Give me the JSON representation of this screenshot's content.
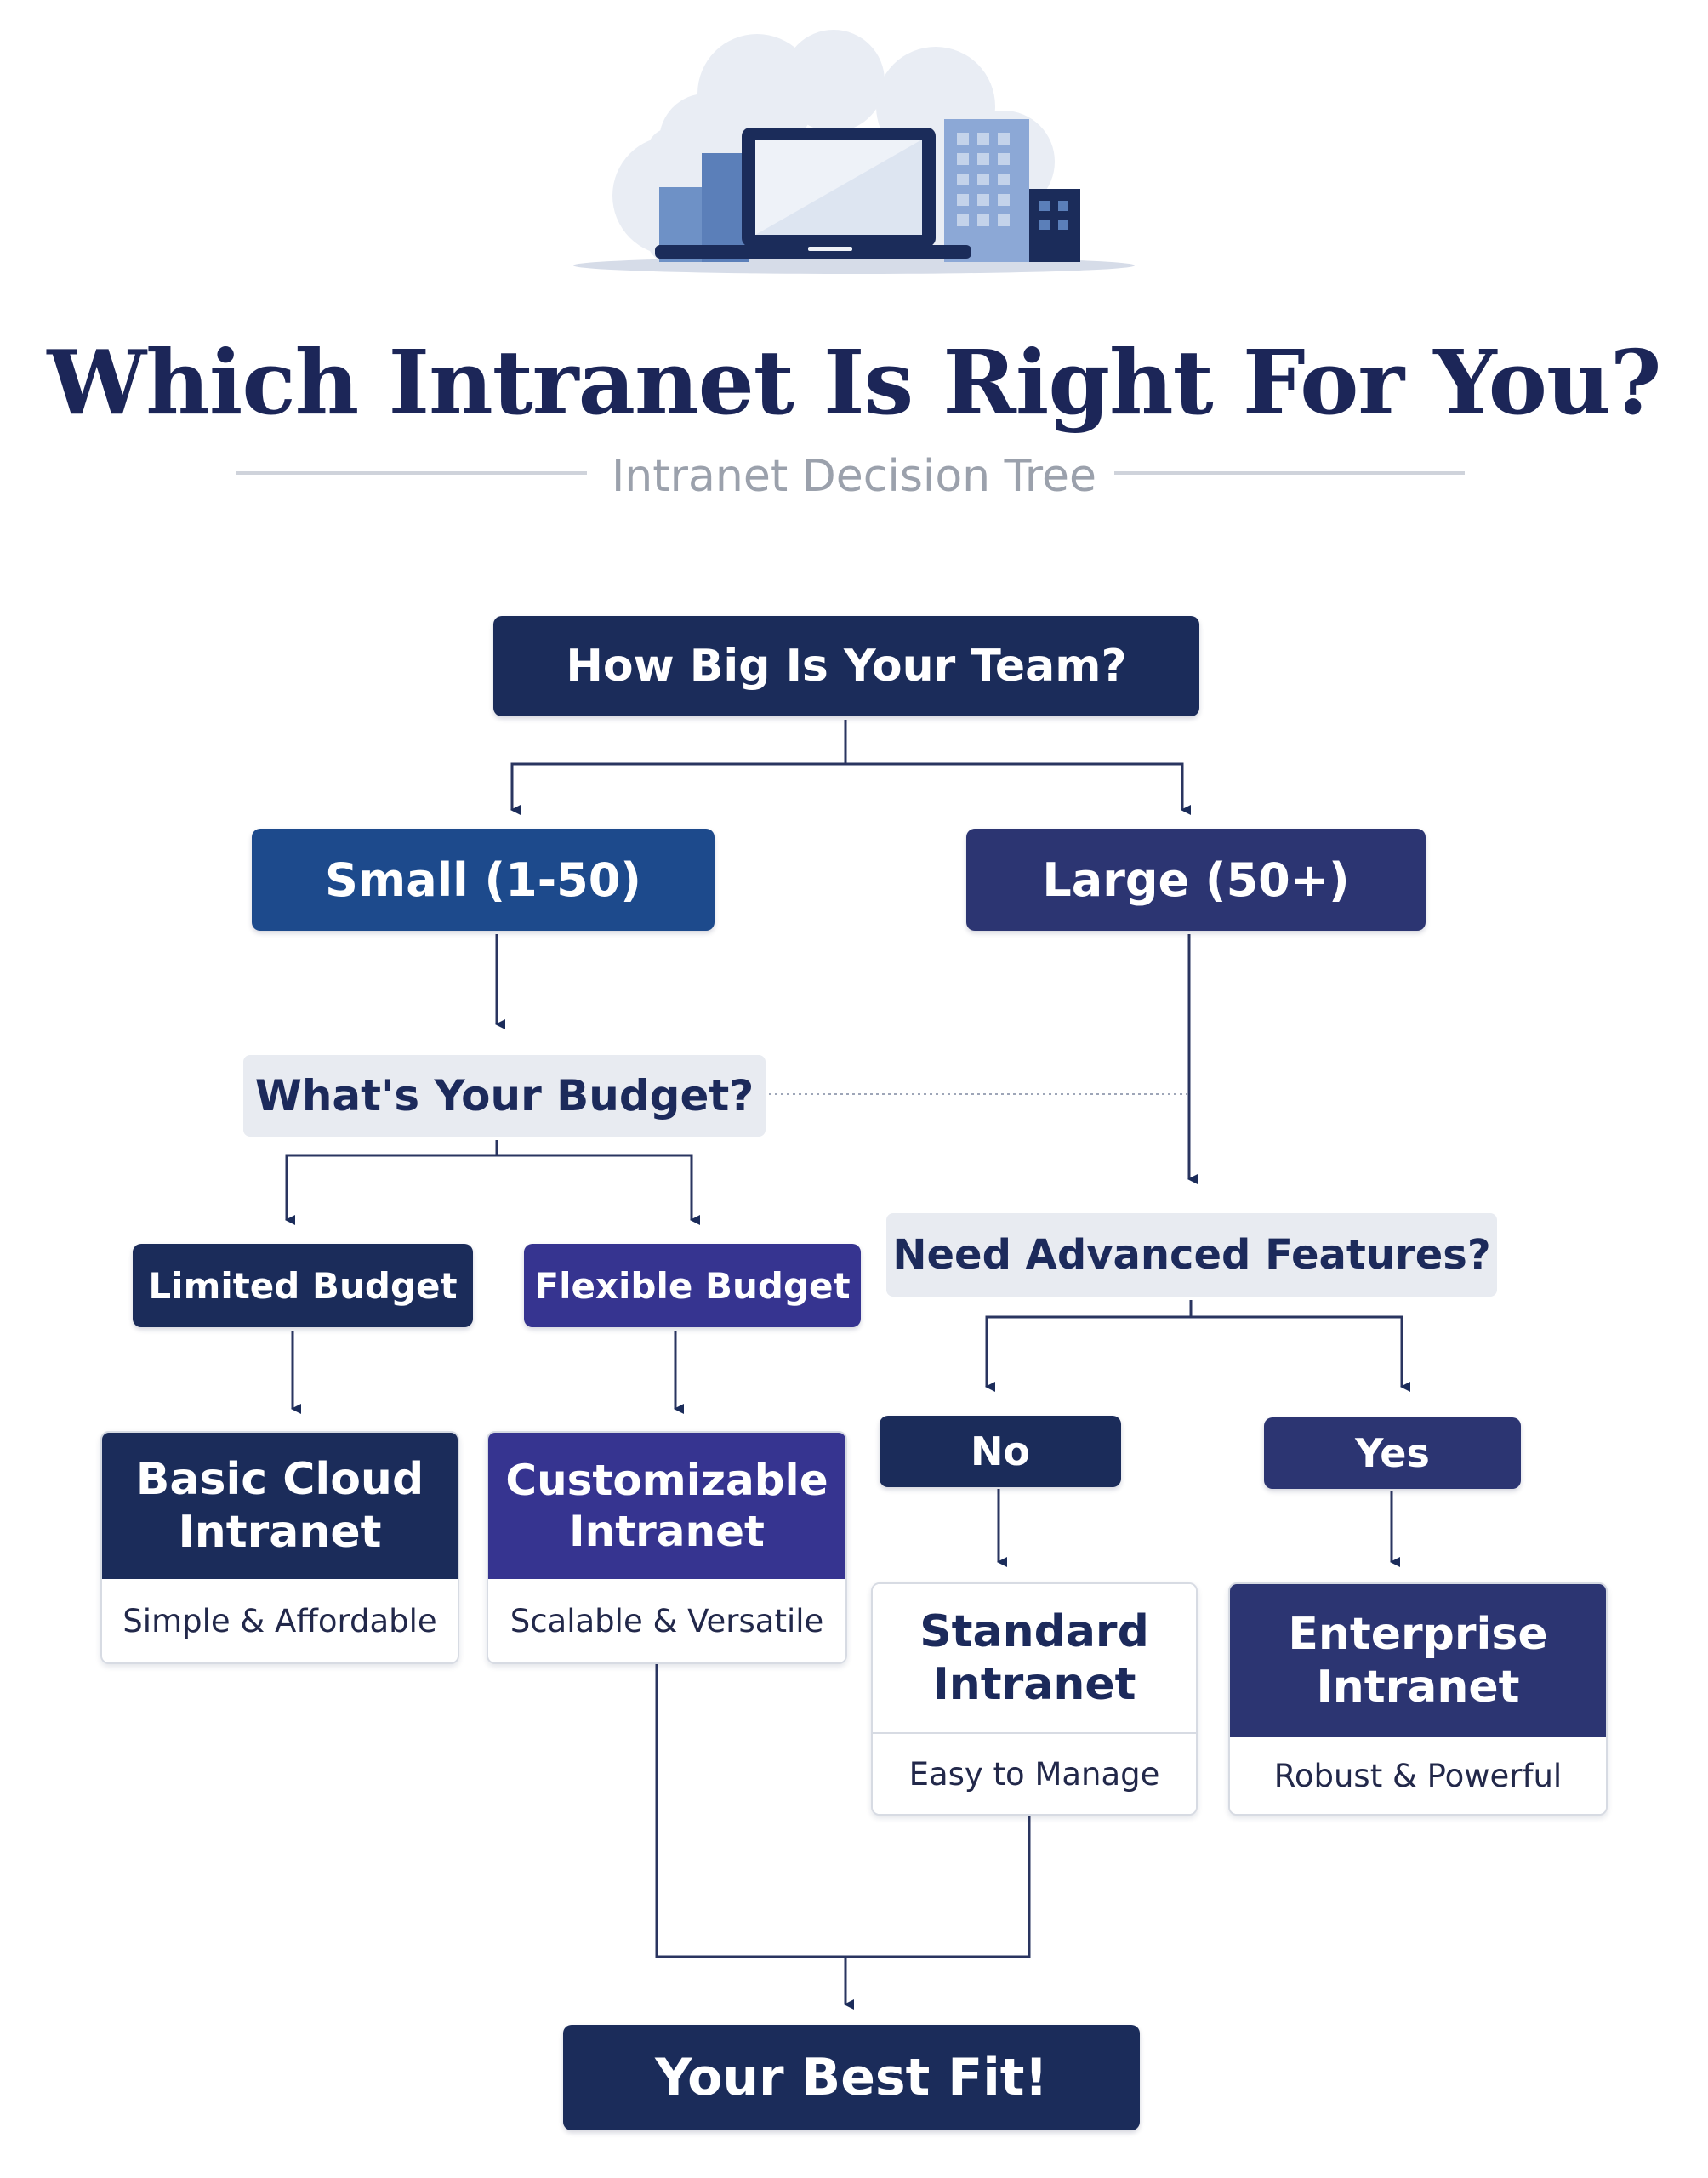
{
  "header": {
    "title": "Which Intranet Is Right For You?",
    "subtitle": "Intranet Decision Tree",
    "illustration": "laptop-cloud-buildings-icon"
  },
  "tree": {
    "root_question": "How Big Is Your Team?",
    "small_team": "Small (1-50)",
    "large_team": "Large (50+)",
    "budget_question": "What's Your Budget?",
    "limited_budget": "Limited Budget",
    "flexible_budget": "Flexible Budget",
    "features_question": "Need Advanced Features?",
    "answer_no": "No",
    "answer_yes": "Yes",
    "outcomes": {
      "basic": {
        "title_line1": "Basic Cloud",
        "title_line2": "Intranet",
        "tagline": "Simple & Affordable"
      },
      "custom": {
        "title_line1": "Customizable",
        "title_line2": "Intranet",
        "tagline": "Scalable & Versatile"
      },
      "standard": {
        "title_line1": "Standard",
        "title_line2": "Intranet",
        "tagline": "Easy to Manage"
      },
      "enterprise": {
        "title_line1": "Enterprise",
        "title_line2": "Intranet",
        "tagline": "Robust & Powerful"
      }
    },
    "final": "Your Best Fit!"
  },
  "colors": {
    "navy": "#1b2c5a",
    "blue": "#1d4a8c",
    "indigo": "#2c3572",
    "violet": "#363490",
    "light_question_bg": "#e8ebf1",
    "subtitle_gray": "#9ba1ac"
  }
}
